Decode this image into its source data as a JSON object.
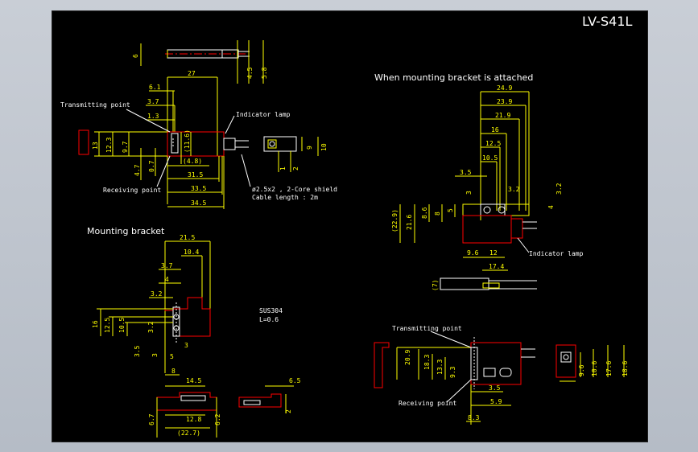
{
  "title": "LV-S41L",
  "colors": {
    "sheet": "#000000",
    "dimension": "#ffff00",
    "outline": "#ff0000",
    "text": "#ffffff"
  },
  "views": {
    "main": {
      "dims_top": [
        "27",
        "6.1",
        "3.7",
        "1.3"
      ],
      "side_dims": [
        "6",
        "4.5",
        "5.8"
      ],
      "left_dims": [
        "13",
        "12.3",
        "9.7",
        "(11.6)",
        "4.7",
        "0.7"
      ],
      "bottom_dims": [
        "(4.8)",
        "31.5",
        "33.5",
        "34.5"
      ],
      "end_dims": [
        "9",
        "10",
        "1",
        "2"
      ],
      "labels": {
        "transmitting": "Transmitting point",
        "indicator": "Indicator lamp",
        "receiving": "Receiving point",
        "cable_spec": "ø2.5x2 , 2-Core shield",
        "cable_length": "Cable length : 2m"
      }
    },
    "attached": {
      "heading": "When mounting bracket is attached",
      "top_dims": [
        "24.9",
        "23.9",
        "21.9",
        "16",
        "12.5",
        "10.5",
        "3.5",
        "3",
        "3.2",
        "3.2",
        "4"
      ],
      "left_dims": [
        "(22.9)",
        "21.6",
        "8.6",
        "8",
        "5"
      ],
      "bottom_dims": [
        "9.6",
        "12",
        "17.4",
        "(7)"
      ],
      "indicator": "Indicator lamp"
    },
    "bracket": {
      "heading": "Mounting bracket",
      "material": "SUS304",
      "thickness": "L=0.6",
      "top_dims": [
        "21.5",
        "10.4",
        "3.7",
        "4",
        "3.2"
      ],
      "left_dims": [
        "16",
        "12.5",
        "10.5",
        "3.2",
        "3.5",
        "3",
        "5",
        "3",
        "8"
      ],
      "bottom_dims": [
        "14.5",
        "12.8",
        "(22.7)",
        "6.7",
        "6.2"
      ],
      "side_dims": [
        "6.5",
        "2"
      ]
    },
    "front": {
      "labels": {
        "transmitting": "Transmitting point",
        "receiving": "Receiving point"
      },
      "dims": [
        "20.9",
        "18.3",
        "13.3",
        "9.3",
        "3.5",
        "5.9",
        "8.3"
      ],
      "end_dims": [
        "9.6",
        "10.6",
        "17.6",
        "18.6"
      ]
    }
  }
}
